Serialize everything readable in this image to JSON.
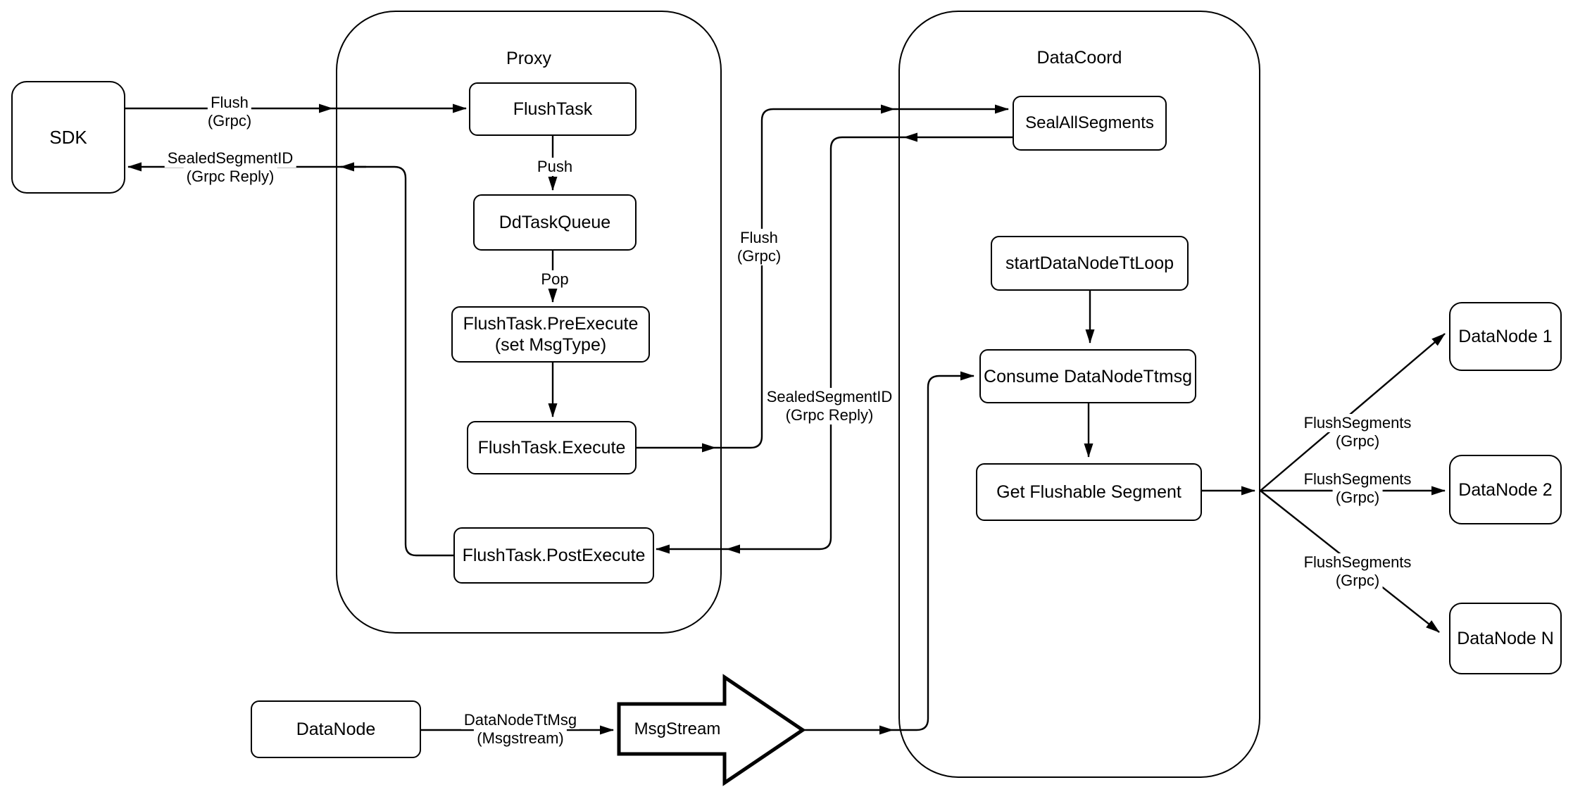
{
  "colors": {
    "stroke": "#000000",
    "background": "#ffffff",
    "node_fill": "#ffffff"
  },
  "containers": {
    "proxy": "Proxy",
    "datacoord": "DataCoord"
  },
  "nodes": {
    "sdk": "SDK",
    "flush_task": "FlushTask",
    "dd_task_queue": "DdTaskQueue",
    "pre_execute_line1": "FlushTask.PreExecute",
    "pre_execute_line2": "(set MsgType)",
    "execute": "FlushTask.Execute",
    "post_execute": "FlushTask.PostExecute",
    "seal_all_segments": "SealAllSegments",
    "start_datanode_tt_loop": "startDataNodeTtLoop",
    "consume_datanode_ttmsg": "Consume DataNodeTtmsg",
    "get_flushable_segment": "Get Flushable Segment",
    "datanode": "DataNode",
    "msgstream": "MsgStream",
    "datanode_1": "DataNode 1",
    "datanode_2": "DataNode 2",
    "datanode_n": "DataNode N"
  },
  "edge_labels": {
    "flush_sdk_line1": "Flush",
    "flush_sdk_line2": "(Grpc)",
    "sealed_sdk_line1": "SealedSegmentID",
    "sealed_sdk_line2": "(Grpc Reply)",
    "push": "Push",
    "pop": "Pop",
    "flush_mid_line1": "Flush",
    "flush_mid_line2": "(Grpc)",
    "sealed_mid_line1": "SealedSegmentID",
    "sealed_mid_line2": "(Grpc Reply)",
    "flush_segments_1_line1": "FlushSegments",
    "flush_segments_1_line2": "(Grpc)",
    "flush_segments_2_line1": "FlushSegments",
    "flush_segments_2_line2": "(Grpc)",
    "flush_segments_3_line1": "FlushSegments",
    "flush_segments_3_line2": "(Grpc)",
    "datanode_ttmsg_line1": "DataNodeTtMsg",
    "datanode_ttmsg_line2": "(Msgstream)"
  }
}
